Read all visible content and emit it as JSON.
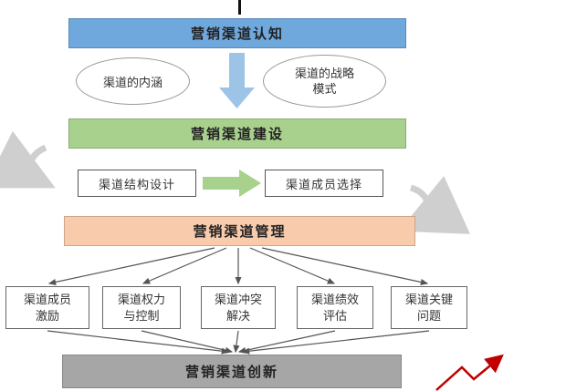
{
  "colors": {
    "level1_bg": "#6fa8dc",
    "level2_bg": "#a9d18e",
    "level3_bg": "#f8cbad",
    "level4_bg": "#a6a6a6",
    "down_arrow": "#9dc3e6",
    "right_arrow": "#a9d18e",
    "swoosh": "#cfcfcf",
    "connector": "#555555",
    "red_arrow": "#c00000"
  },
  "nodes": {
    "level1": "营销渠道认知",
    "ellipse_left": "渠道的内涵",
    "ellipse_right": "渠道的战略模式",
    "level2": "营销渠道建设",
    "step_left": "渠道结构设计",
    "step_right": "渠道成员选择",
    "level3": "营销渠道管理",
    "level4": "营销渠道创新"
  },
  "management_items": [
    {
      "label": "渠道成员激励"
    },
    {
      "label": "渠道权力与控制"
    },
    {
      "label": "渠道冲突解决"
    },
    {
      "label": "渠道绩效评估"
    },
    {
      "label": "渠道关键问题"
    }
  ]
}
